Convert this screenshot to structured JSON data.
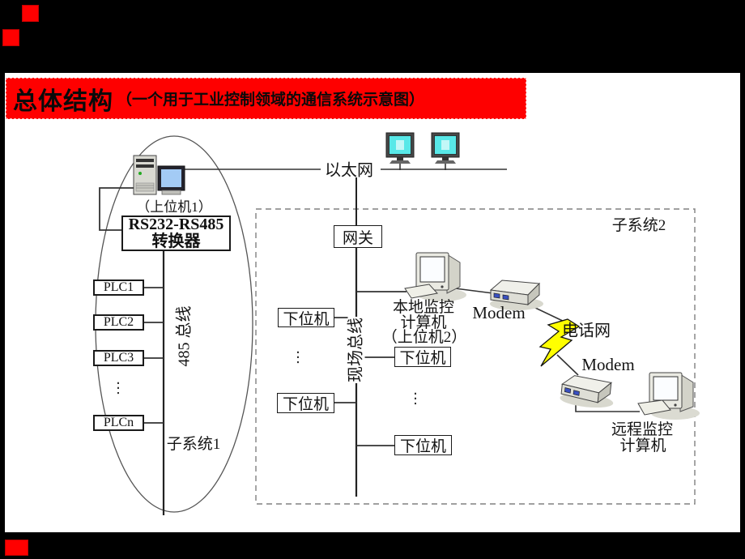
{
  "title": {
    "main": "总体结构",
    "sub": "（一个用于工业控制领域的通信系统示意图）"
  },
  "backbone": {
    "ethernet_label": "以太网",
    "gateway_label": "网关"
  },
  "subsystem1": {
    "label": "子系统1",
    "host_label": "（上位机1）",
    "converter_line1": "RS232-RS485",
    "converter_line2": "转换器",
    "plcs": [
      "PLC1",
      "PLC2",
      "PLC3",
      "PLCn"
    ],
    "dots": "⋮",
    "bus_label": "485 总线"
  },
  "subsystem2": {
    "label": "子系统2",
    "fieldbus_label": "现场总线",
    "down_stations": [
      "下位机",
      "下位机",
      "下位机",
      "下位机"
    ],
    "dots_left": "⋮",
    "dots_right": "⋮",
    "local_computer": {
      "lines": [
        "本地监控",
        "计算机",
        "（上位机2）"
      ]
    },
    "modem1_label": "Modem",
    "phone_label": "电话网",
    "modem2_label": "Modem",
    "remote_computer": {
      "lines": [
        "远程监控",
        "计算机"
      ]
    }
  },
  "colors": {
    "accent_red": "#fe0000",
    "ethernet_screen": "#58e8e8",
    "host_screen": "#a3cbf5",
    "lightning_yellow": "#ffff00"
  },
  "icons": {
    "tower": "tower-pc-icon",
    "host_monitor": "crt-monitor-icon",
    "ethernet_monitors": "ethernet-monitor-icon",
    "local_computer": "desktop-computer-3d-icon",
    "remote_computer": "desktop-computer-3d-icon",
    "modem": "modem-3d-icon",
    "phone_link": "lightning-bolt-icon"
  }
}
